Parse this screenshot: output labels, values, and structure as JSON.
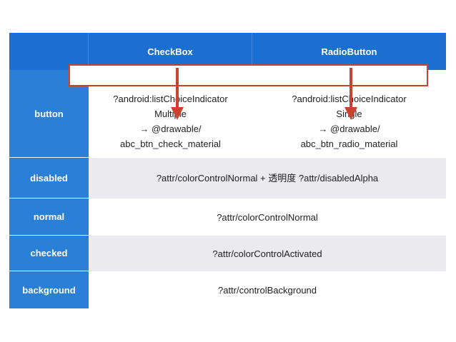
{
  "table": {
    "columns": [
      "",
      "CheckBox",
      "RadioButton"
    ],
    "rows": [
      {
        "label": "button",
        "checkbox": [
          "?android:listChoiceIndicator",
          "Multiple",
          "→ @drawable/",
          "abc_btn_check_material"
        ],
        "radiobutton": [
          "?android:listChoiceIndicator",
          "Single",
          "→ @drawable/",
          "abc_btn_radio_material"
        ]
      },
      {
        "label": "disabled",
        "value": "?attr/colorControlNormal + 透明度 ?attr/disabledAlpha"
      },
      {
        "label": "normal",
        "value": "?attr/colorControlNormal"
      },
      {
        "label": "checked",
        "value": "?attr/colorControlActivated"
      },
      {
        "label": "background",
        "value": "?attr/controlBackground"
      }
    ]
  },
  "colors": {
    "header_bg": "#1b6fd0",
    "label_bg": "#2a7fd6",
    "stripe_bg": "#eaeaef",
    "annotation": "#c8442f"
  }
}
